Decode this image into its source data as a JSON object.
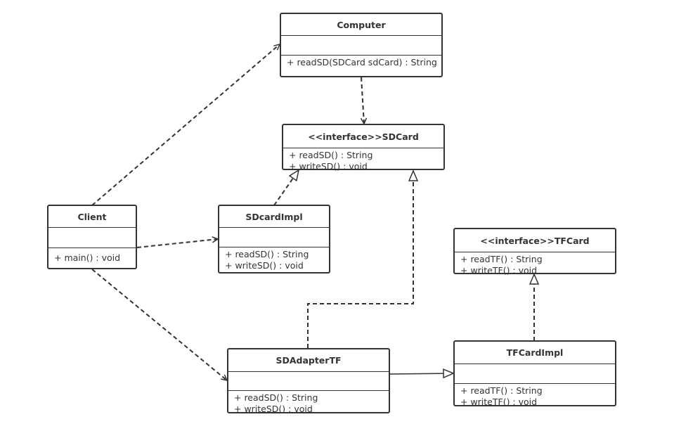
{
  "classes": {
    "computer": {
      "name": "Computer",
      "ops": [
        "+ readSD(SDCard sdCard) : String"
      ]
    },
    "sdcard": {
      "name": "<<interface>>SDCard",
      "ops": [
        "+ readSD() : String",
        "+ writeSD() : void"
      ]
    },
    "client": {
      "name": "Client",
      "ops": [
        "+ main() : void"
      ]
    },
    "sdcardimpl": {
      "name": "SDcardImpl",
      "ops": [
        "+ readSD() : String",
        "+ writeSD() : void"
      ]
    },
    "tfcard": {
      "name": "<<interface>>TFCard",
      "ops": [
        "+ readTF() : String",
        "+ writeTF() : void"
      ]
    },
    "sdadaptertf": {
      "name": "SDAdapterTF",
      "ops": [
        "+ readSD() : String",
        "+ writeSD() : void"
      ]
    },
    "tfcardimpl": {
      "name": "TFCardImpl",
      "ops": [
        "+ readTF() : String",
        "+ writeTF() : void"
      ]
    }
  },
  "colors": {
    "line": "#333333",
    "background": "#ffffff"
  }
}
